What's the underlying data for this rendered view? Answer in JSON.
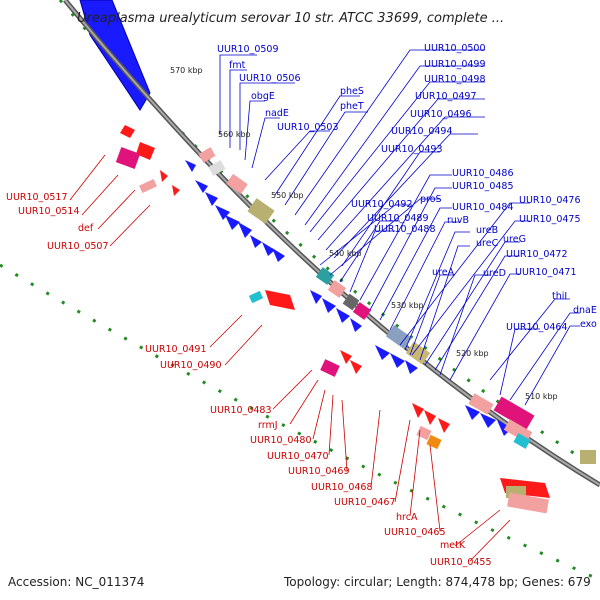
{
  "title": "Ureaplasma urealyticum serovar 10 str. ATCC 33699, complete ...",
  "footer": {
    "accession": "Accession: NC_011374",
    "summary": "Topology: circular; Length: 874,478 bp; Genes: 679"
  },
  "colors": {
    "forward": "#0000cc",
    "reverse": "#cc0000",
    "backbone": "#777777",
    "tick_dots": "#228b22",
    "forward_gene": "#1a1aff",
    "reverse_gene": "#ff1a1a",
    "magenta_feature": "#e0137a",
    "pink_feature": "#f2a0a0",
    "olive_feature": "#b8b070",
    "gray_feature": "#888888",
    "teal_feature": "#20c0d0",
    "orange_feature": "#f08a10"
  },
  "ticks": [
    "570 kbp",
    "560 kbp",
    "550 kbp",
    "540 kbp",
    "530 kbp",
    "520 kbp",
    "510 kbp"
  ],
  "forward_genes": [
    "UUR10_0509",
    "fmt",
    "UUR10_0506",
    "obgE",
    "nadE",
    "UUR10_0503",
    "pheS",
    "pheT",
    "UUR10_0500",
    "UUR10_0499",
    "UUR10_0498",
    "UUR10_0497",
    "UUR10_0496",
    "UUR10_0494",
    "UUR10_0493",
    "UUR10_0492",
    "proS",
    "UUR10_0489",
    "UUR10_0488",
    "UUR10_0486",
    "UUR10_0485",
    "UUR10_0484",
    "ruvB",
    "UUR10_0476",
    "ureB",
    "UUR10_0475",
    "ureC",
    "ureG",
    "ureA",
    "UUR10_0472",
    "ureD",
    "UUR10_0471",
    "thiI",
    "UUR10_0464",
    "dnaE",
    "exo"
  ],
  "reverse_genes": [
    "UUR10_0517",
    "UUR10_0514",
    "def",
    "UUR10_0507",
    "UUR10_0491",
    "UUR10_0490",
    "UUR10_0483",
    "rrmJ",
    "UUR10_0480",
    "UUR10_0470",
    "UUR10_0469",
    "UUR10_0468",
    "UUR10_0467",
    "hrcA",
    "UUR10_0465",
    "metK",
    "UUR10_0455"
  ]
}
